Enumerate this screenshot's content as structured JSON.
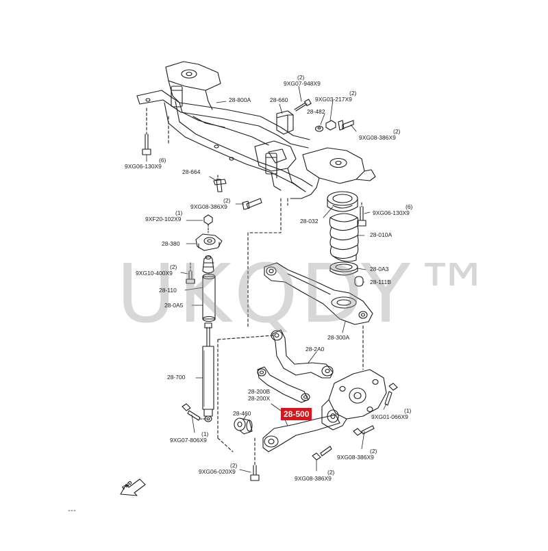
{
  "watermark": "UKQDY™",
  "fwd_label": "FWD",
  "callout": {
    "code": "28-500",
    "color": "#d9141b"
  },
  "parts": [
    {
      "id": "p-28-800a",
      "code": "28-800A",
      "qty": ""
    },
    {
      "id": "p-28-660",
      "code": "28-660",
      "qty": ""
    },
    {
      "id": "p-9xg07",
      "code": "9XG07-948X9",
      "qty": "(2)"
    },
    {
      "id": "p-9xg03",
      "code": "9XG03-217X9",
      "qty": "(2)"
    },
    {
      "id": "p-28-482",
      "code": "28-482",
      "qty": ""
    },
    {
      "id": "p-9xg08a",
      "code": "9XG08-386X9",
      "qty": "(2)"
    },
    {
      "id": "p-9xg06a",
      "code": "9XG06-130X9",
      "qty": "(6)"
    },
    {
      "id": "p-28-664",
      "code": "28-664",
      "qty": ""
    },
    {
      "id": "p-9xg08b",
      "code": "9XG08-386X9",
      "qty": "(2)"
    },
    {
      "id": "p-9xf20",
      "code": "9XF20-102X9",
      "qty": "(1)"
    },
    {
      "id": "p-28-032",
      "code": "28-032",
      "qty": ""
    },
    {
      "id": "p-9xg06b",
      "code": "9XG06-130X9",
      "qty": "(6)"
    },
    {
      "id": "p-28-010a",
      "code": "28-010A",
      "qty": ""
    },
    {
      "id": "p-28-380",
      "code": "28-380",
      "qty": ""
    },
    {
      "id": "p-9xg10",
      "code": "9XG10-400X9",
      "qty": "(2)"
    },
    {
      "id": "p-28-0a3",
      "code": "28-0A3",
      "qty": ""
    },
    {
      "id": "p-28-111b",
      "code": "28-111B",
      "qty": ""
    },
    {
      "id": "p-28-110",
      "code": "28-110",
      "qty": ""
    },
    {
      "id": "p-28-0a5",
      "code": "28-0A5",
      "qty": ""
    },
    {
      "id": "p-28-300a",
      "code": "28-300A",
      "qty": ""
    },
    {
      "id": "p-28-2a0",
      "code": "28-2A0",
      "qty": ""
    },
    {
      "id": "p-28-700",
      "code": "28-700",
      "qty": ""
    },
    {
      "id": "p-28-200b",
      "code": "28-200B",
      "qty": ""
    },
    {
      "id": "p-28-200x",
      "code": "28-200X",
      "qty": ""
    },
    {
      "id": "p-28-460",
      "code": "28-460",
      "qty": ""
    },
    {
      "id": "p-9xg01",
      "code": "9XG01-066X9",
      "qty": "(1)"
    },
    {
      "id": "p-9xg07b",
      "code": "9XG07-806X9",
      "qty": "(1)"
    },
    {
      "id": "p-9xg08c",
      "code": "9XG08-386X9",
      "qty": "(2)"
    },
    {
      "id": "p-9xg06c",
      "code": "9XG06-020X9",
      "qty": "(2)"
    },
    {
      "id": "p-9xg08d",
      "code": "9XG08-386X9",
      "qty": "(2)"
    }
  ]
}
